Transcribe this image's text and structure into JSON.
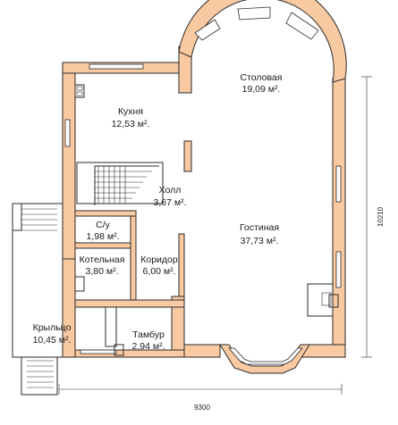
{
  "rooms": [
    {
      "name": "Столовая",
      "area": "19,09 м²."
    },
    {
      "name": "Кухня",
      "area": "12,53 м²."
    },
    {
      "name": "Холл",
      "area": "3,67 м²."
    },
    {
      "name": "С/у",
      "area": "1,98 м²."
    },
    {
      "name": "Гостиная",
      "area": "37,73 м²."
    },
    {
      "name": "Котельная",
      "area": "3,80 м²."
    },
    {
      "name": "Коридор",
      "area": "6,00 м²."
    },
    {
      "name": "Крыльцо",
      "area": "10,45 м²."
    },
    {
      "name": "Тамбур",
      "area": "2,94 м²."
    }
  ],
  "dimensions": {
    "width": "9300",
    "height": "10210"
  },
  "colors": {
    "wall": "#f9c9a1",
    "outline": "#2a2a2a"
  }
}
